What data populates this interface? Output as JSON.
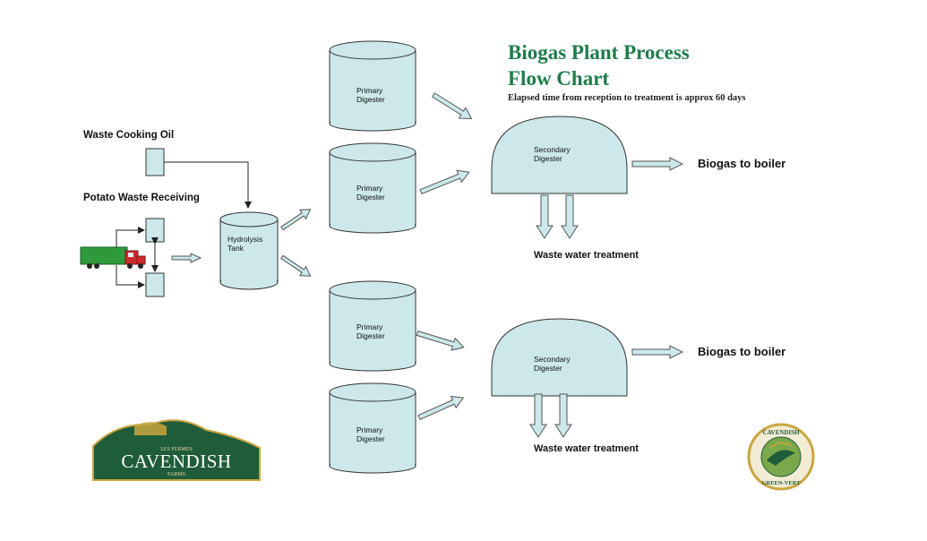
{
  "title_line1": "Biogas Plant Process",
  "title_line2": "Flow Chart",
  "subtitle": "Elapsed time from reception to treatment is approx  60 days",
  "inputs": {
    "waste_cooking_oil": "Waste Cooking Oil",
    "potato_waste_receiving": "Potato Waste Receiving"
  },
  "hydrolysis_tank": "Hydrolysis Tank",
  "primary_digester": "Primary Digester",
  "secondary_digester": "Secondary Digester",
  "biogas_to_boiler": "Biogas to boiler",
  "waste_water_treatment": "Waste water treatment",
  "logos": {
    "cavendish_brand": "CAVENDISH",
    "cavendish_tag_top": "LES FERMES",
    "cavendish_tag_bottom": "FARMS",
    "green_vert_top": "CAVENDISH",
    "green_vert_bottom": "GREEN-VERT"
  },
  "colors": {
    "tank_fill": "#cce8ea",
    "title_green": "#1e7d4a",
    "truck_green": "#2e9a3c",
    "truck_red": "#cc2a2a",
    "logo_green": "#1f5c3a",
    "logo_gold": "#c9a640"
  }
}
